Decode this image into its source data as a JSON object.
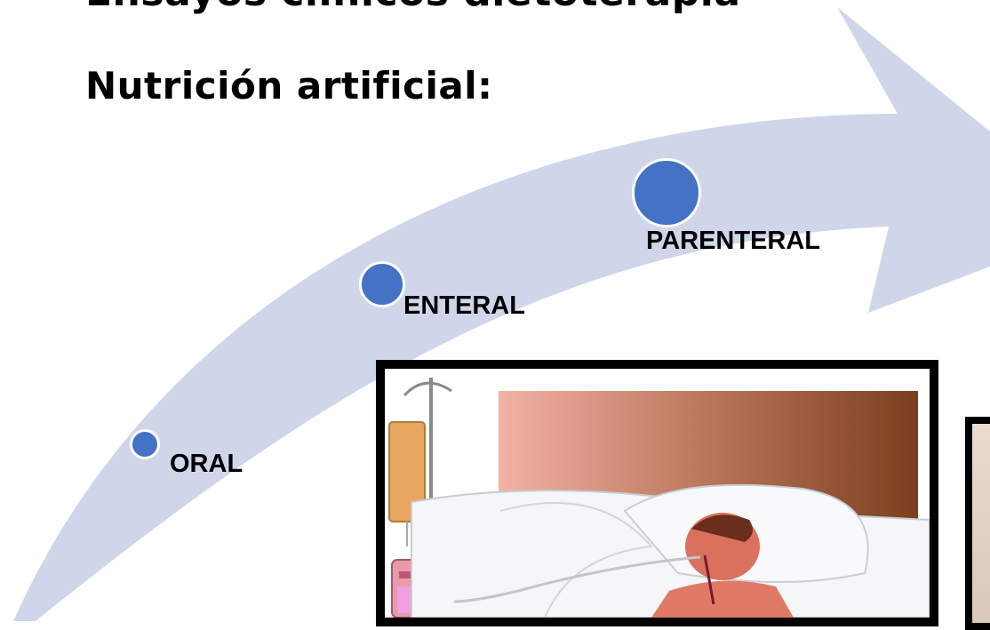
{
  "slide": {
    "title_top": "Ensayos clínicos dietoterapia",
    "title_main": "Nutrición artificial:"
  },
  "stages": [
    {
      "label": "ORAL"
    },
    {
      "label": "ENTERAL"
    },
    {
      "label": "PARENTERAL"
    }
  ],
  "colors": {
    "arrow_fill": "#d0d6ea",
    "dot_fill": "#4472c4",
    "frame_border": "#000000"
  },
  "images": {
    "illustration": "patient-in-bed-with-feeding-pump-illustration",
    "photo_cropped": "cropped-photo"
  }
}
